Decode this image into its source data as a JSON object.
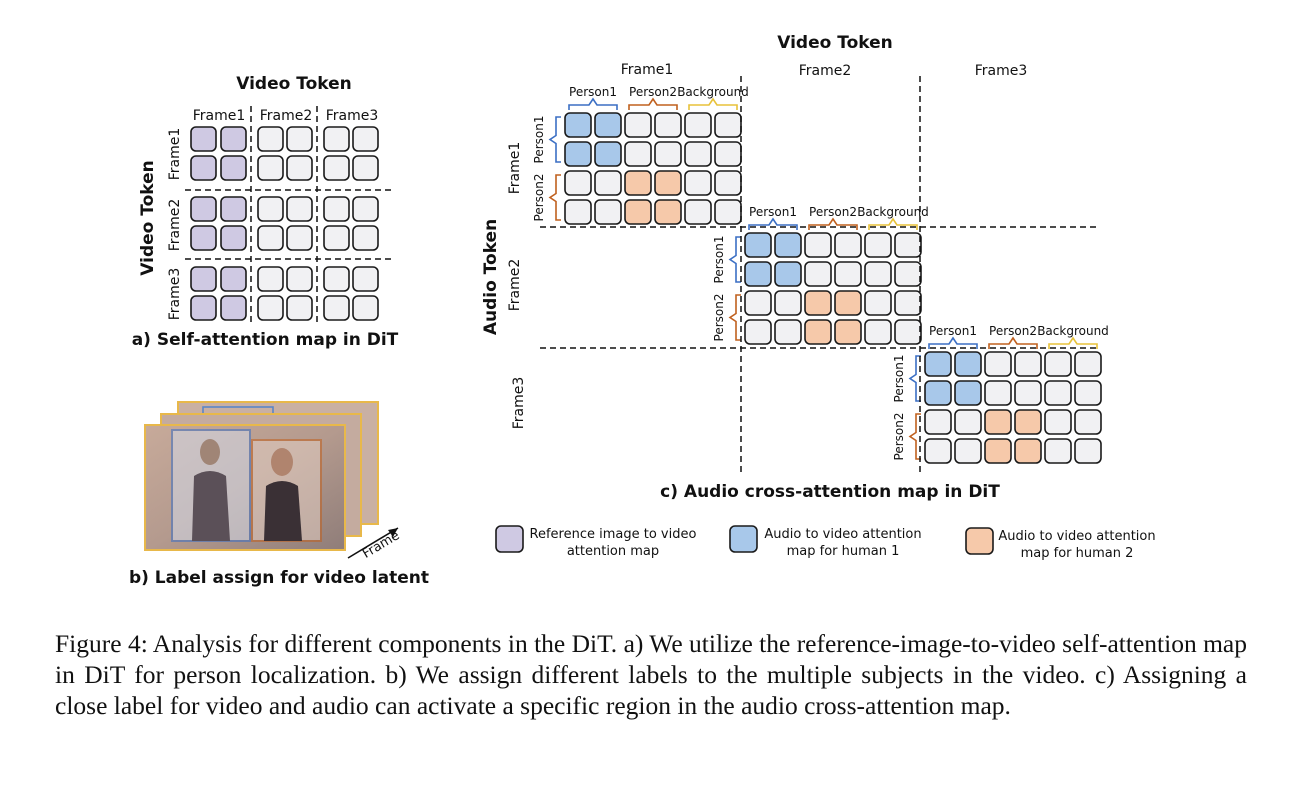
{
  "panel_a": {
    "title": "Video Token",
    "col_labels": [
      "Frame1",
      "Frame2",
      "Frame3"
    ],
    "row_axis_label": "Video Token",
    "row_labels": [
      "Frame1",
      "Frame2",
      "Frame3"
    ],
    "caption": "a) Self-attention map in DiT"
  },
  "panel_b": {
    "frame_label": "Frame",
    "caption": "b) Label assign for video latent"
  },
  "panel_c": {
    "title": "Video Token",
    "col_frames": [
      "Frame1",
      "Frame2",
      "Frame3"
    ],
    "row_axis_label": "Audio Token",
    "row_frames": [
      "Frame1",
      "Frame2",
      "Frame3"
    ],
    "person1": "Person1",
    "person2": "Person2",
    "background": "Background",
    "caption": "c) Audio cross-attention map in DiT"
  },
  "legend": [
    {
      "line1": "Reference image to video",
      "line2": "attention map",
      "color": "#cfc9e3"
    },
    {
      "line1": "Audio to video attention",
      "line2": "map for human 1",
      "color": "#a8c8ea"
    },
    {
      "line1": "Audio to video attention",
      "line2": "map for human 2",
      "color": "#f6c9aa"
    }
  ],
  "colors": {
    "person1": "#3b6fc4",
    "person2": "#c0601e",
    "background": "#e8c23a"
  },
  "figure_caption": "Figure 4: Analysis for different components in the DiT. a) We utilize the reference-image-to-video self-attention map in DiT for person localization. b) We assign different labels to the multiple subjects in the video. c) Assigning a close label for video and audio can activate a specific region in the audio cross-attention map."
}
